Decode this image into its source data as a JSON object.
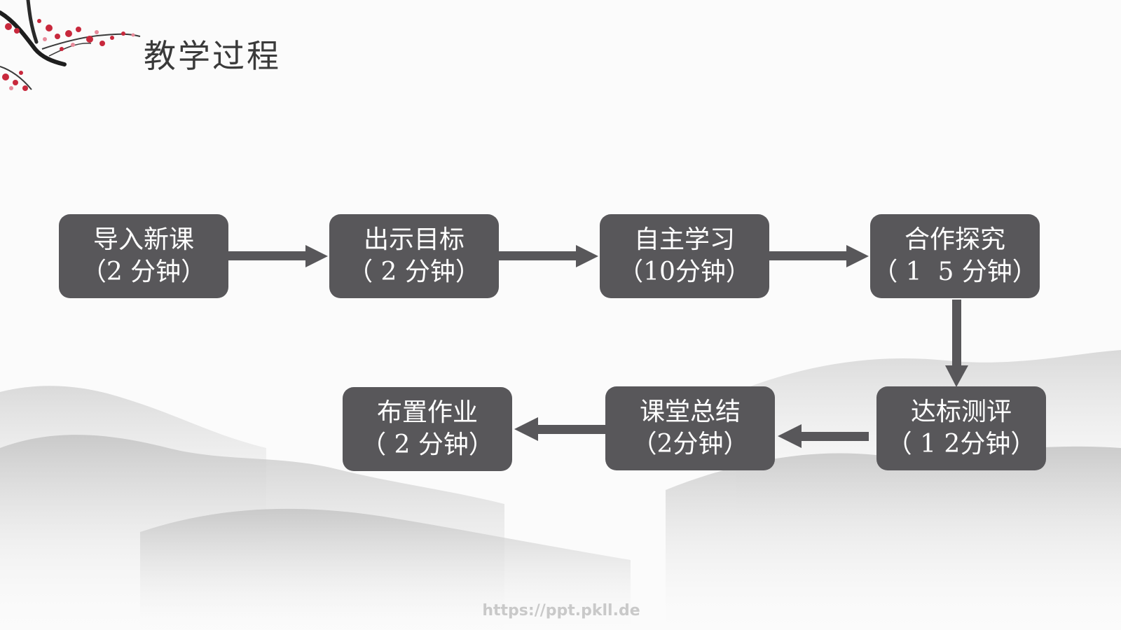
{
  "slide": {
    "title": "教学过程"
  },
  "steps": [
    {
      "name": "导入新课",
      "duration": "（2 分钟）"
    },
    {
      "name": "出示目标",
      "duration": "（ 2 分钟）"
    },
    {
      "name": "自主学习",
      "duration": "（10分钟）"
    },
    {
      "name": "合作探究",
      "duration": "（ 1  5 分钟）"
    },
    {
      "name": "达标测评",
      "duration": "（ 1 2分钟）"
    },
    {
      "name": "课堂总结",
      "duration": "（2分钟）"
    },
    {
      "name": "布置作业",
      "duration": "（ 2 分钟）"
    }
  ],
  "watermark": "https://ppt.pkll.de",
  "colors": {
    "box": "#58575a",
    "arrow": "#58575a",
    "text": "#ffffff",
    "blossom": "#c8283c"
  }
}
